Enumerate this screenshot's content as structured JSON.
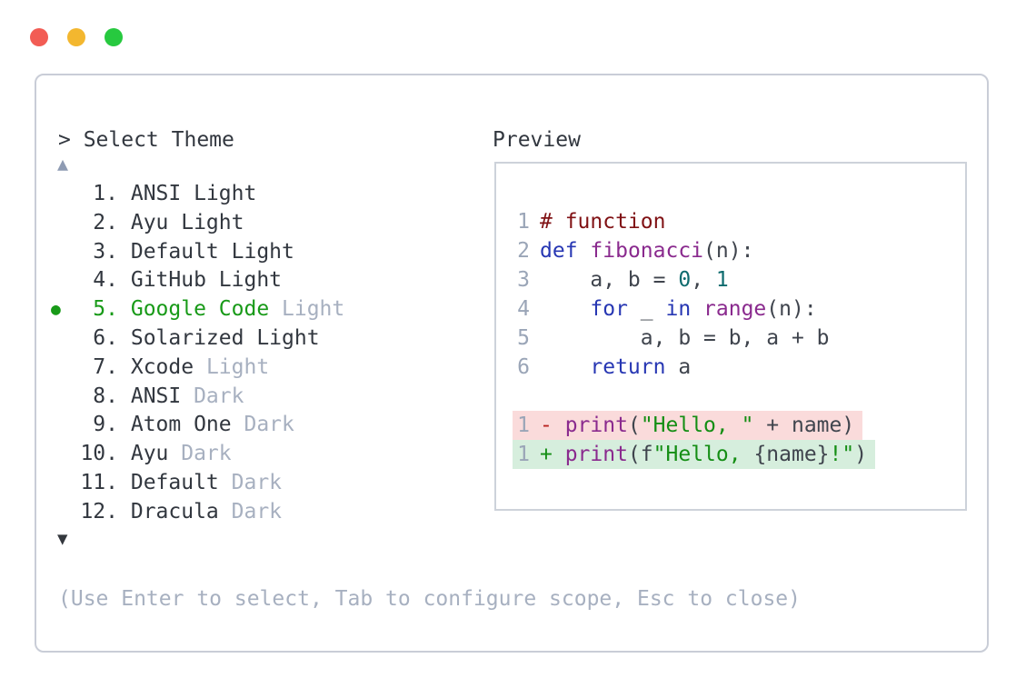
{
  "window": {
    "controls": [
      "close",
      "minimize",
      "zoom"
    ]
  },
  "dialog": {
    "prompt": "> Select Theme",
    "scroll_up_icon": "▲",
    "scroll_down_icon": "▼",
    "help": "(Use Enter to select, Tab to configure scope, Esc to close)"
  },
  "theme_list": {
    "selected_bullet": "●",
    "items": [
      {
        "number": "1.",
        "name": "ANSI Light",
        "muted": "",
        "selected": false
      },
      {
        "number": "2.",
        "name": "Ayu Light",
        "muted": "",
        "selected": false
      },
      {
        "number": "3.",
        "name": "Default Light",
        "muted": "",
        "selected": false
      },
      {
        "number": "4.",
        "name": "GitHub Light",
        "muted": "",
        "selected": false
      },
      {
        "number": "5.",
        "name": "Google Code",
        "muted": "Light",
        "selected": true
      },
      {
        "number": "6.",
        "name": "Solarized Light",
        "muted": "",
        "selected": false
      },
      {
        "number": "7.",
        "name": "Xcode",
        "muted": "Light",
        "selected": false
      },
      {
        "number": "8.",
        "name": "ANSI",
        "muted": "Dark",
        "selected": false
      },
      {
        "number": "9.",
        "name": "Atom One",
        "muted": "Dark",
        "selected": false
      },
      {
        "number": "10.",
        "name": "Ayu",
        "muted": "Dark",
        "selected": false
      },
      {
        "number": "11.",
        "name": "Default",
        "muted": "Dark",
        "selected": false
      },
      {
        "number": "12.",
        "name": "Dracula",
        "muted": "Dark",
        "selected": false
      }
    ]
  },
  "preview": {
    "label": "Preview",
    "code_lines": [
      {
        "ln": "1",
        "diff": null,
        "tokens": [
          {
            "c": "comment",
            "t": "# function"
          }
        ]
      },
      {
        "ln": "2",
        "diff": null,
        "tokens": [
          {
            "c": "kw",
            "t": "def"
          },
          {
            "c": "plain",
            "t": " "
          },
          {
            "c": "fn",
            "t": "fibonacci"
          },
          {
            "c": "plain",
            "t": "(n):"
          }
        ]
      },
      {
        "ln": "3",
        "diff": null,
        "tokens": [
          {
            "c": "plain",
            "t": "    a, b = "
          },
          {
            "c": "num",
            "t": "0"
          },
          {
            "c": "plain",
            "t": ", "
          },
          {
            "c": "num",
            "t": "1"
          }
        ]
      },
      {
        "ln": "4",
        "diff": null,
        "tokens": [
          {
            "c": "plain",
            "t": "    "
          },
          {
            "c": "kw",
            "t": "for"
          },
          {
            "c": "plain",
            "t": " _ "
          },
          {
            "c": "kw",
            "t": "in"
          },
          {
            "c": "plain",
            "t": " "
          },
          {
            "c": "fn",
            "t": "range"
          },
          {
            "c": "plain",
            "t": "(n):"
          }
        ]
      },
      {
        "ln": "5",
        "diff": null,
        "tokens": [
          {
            "c": "plain",
            "t": "        a, b = b, a + b"
          }
        ]
      },
      {
        "ln": "6",
        "diff": null,
        "tokens": [
          {
            "c": "plain",
            "t": "    "
          },
          {
            "c": "kw",
            "t": "return"
          },
          {
            "c": "plain",
            "t": " a"
          }
        ]
      },
      {
        "ln": "",
        "diff": null,
        "tokens": []
      },
      {
        "ln": "1",
        "diff": "del",
        "tokens": [
          {
            "c": "del",
            "t": "- "
          },
          {
            "c": "fn",
            "t": "print"
          },
          {
            "c": "plain",
            "t": "("
          },
          {
            "c": "str",
            "t": "\"Hello, \""
          },
          {
            "c": "plain",
            "t": " + name)"
          }
        ]
      },
      {
        "ln": "1",
        "diff": "add",
        "tokens": [
          {
            "c": "add",
            "t": "+ "
          },
          {
            "c": "fn",
            "t": "print"
          },
          {
            "c": "plain",
            "t": "(f"
          },
          {
            "c": "str",
            "t": "\"Hello, "
          },
          {
            "c": "plain",
            "t": "{name}"
          },
          {
            "c": "str",
            "t": "!\""
          },
          {
            "c": "plain",
            "t": ")"
          }
        ]
      }
    ]
  },
  "colors": {
    "trafficRed": "#f25c54",
    "trafficYellow": "#f3b72f",
    "trafficGreen": "#27c93f",
    "border": "#c9cdd7",
    "borderLight": "#cdd2da",
    "textDark": "#32373f",
    "textGray": "#a7b0c0",
    "arrowUp": "#8e9bb3",
    "arrowDown": "#33373d",
    "selGreen": "#189a18",
    "lineNum": "#9aa5b7",
    "codePlain": "#3f444d",
    "codeComment": "#801114",
    "codeKw": "#2737b3",
    "codeFn": "#8a2a8e",
    "codeNum": "#0e6b6e",
    "codeStr": "#148e14",
    "delFg": "#b8221e",
    "addFg": "#148e14",
    "delBg": "#fadbdb",
    "addBg": "#d6eedd"
  }
}
